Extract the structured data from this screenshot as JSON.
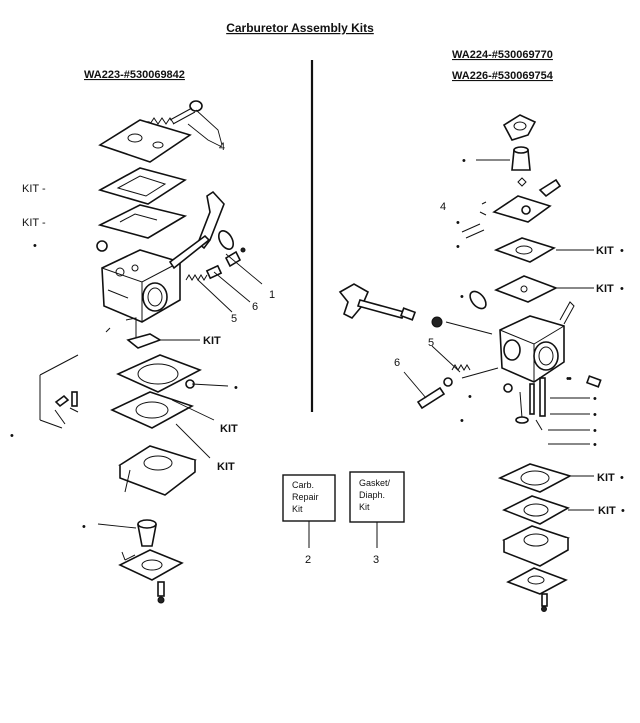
{
  "title": "Carburetor Assembly Kits",
  "left_model": "WA223-#530069842",
  "right_models": [
    "WA224-#530069770",
    "WA226-#530069754"
  ],
  "kit_label": "KIT",
  "kit_dash_label": "KIT -",
  "callouts": [
    "1",
    "2",
    "3",
    "4",
    "5",
    "6"
  ],
  "box_carb": [
    "Carb.",
    "Repair",
    "Kit"
  ],
  "box_gasket": [
    "Gasket/",
    "Diaph.",
    "Kit"
  ],
  "bullet": "•"
}
